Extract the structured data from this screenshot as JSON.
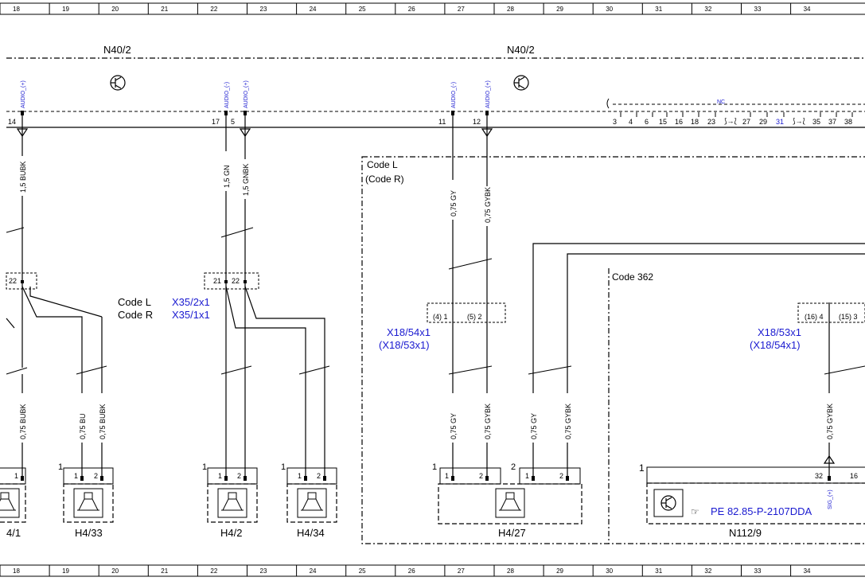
{
  "ruler_top": [
    "18",
    "19",
    "20",
    "21",
    "22",
    "23",
    "24",
    "25",
    "26",
    "27",
    "28",
    "29",
    "30",
    "31",
    "32",
    "33",
    "34"
  ],
  "ruler_bottom": [
    "18",
    "19",
    "20",
    "21",
    "22",
    "23",
    "24",
    "25",
    "26",
    "27",
    "28",
    "29",
    "30",
    "31",
    "32",
    "33",
    "34"
  ],
  "headers": {
    "left_unit": "N40/2",
    "right_unit": "N40/2"
  },
  "audio_pins": [
    {
      "label": "AUDIO_(+)",
      "number": "14"
    },
    {
      "label": "AUDIO_(-)",
      "number": "17"
    },
    {
      "label": "AUDIO_(+)",
      "number": "5"
    },
    {
      "label": "AUDIO_(-)",
      "number": "11"
    },
    {
      "label": "AUDIO_(+)",
      "number": "12"
    }
  ],
  "nc": {
    "label": "NC",
    "pins": [
      "3",
      "4",
      "6",
      "15",
      "16",
      "18",
      "23",
      "27",
      "29",
      "31",
      "35",
      "37",
      "38"
    ]
  },
  "wires_top": [
    "1,5 BUBK",
    "1,5 GN",
    "1,5 GNBK",
    "0,75 GY",
    "0,75 GYBK"
  ],
  "code_box": {
    "line1": "Code L",
    "line2": "(Code R)"
  },
  "code_362": "Code 362",
  "connector_x35": {
    "left_pin": "22",
    "pin_a": "21",
    "pin_b": "22"
  },
  "code_lr": {
    "code_l": "Code L",
    "code_r": "Code R",
    "conn_l": "X35/2x1",
    "conn_r": "X35/1x1"
  },
  "x18_left": {
    "pin1": "(4) 1",
    "pin2": "(5) 2",
    "name": "X18/54x1",
    "alt": "(X18/53x1)"
  },
  "x18_right": {
    "pin1": "(16) 4",
    "pin2": "(15) 3",
    "name": "X18/53x1",
    "alt": "(X18/54x1)"
  },
  "wires_bottom": [
    "0,75 BUBK",
    "0,75 BU",
    "0,75 BUBK",
    "0,75 GY",
    "0,75 GYBK",
    "0,75 GY",
    "0,75 GYBK",
    "0,75 GYBK"
  ],
  "speakers": [
    {
      "name": "4/1"
    },
    {
      "name": "H4/33"
    },
    {
      "name": "H4/2"
    },
    {
      "name": "H4/34"
    },
    {
      "name": "H4/27"
    }
  ],
  "speaker_pins": {
    "p1": "1",
    "p2": "2"
  },
  "n112": {
    "name": "N112/9",
    "ref": "PE 82.85-P-2107DDA",
    "pin": "32",
    "pin2": "16",
    "sig": "SIG_(+)",
    "marker": "1"
  },
  "colors": {
    "line": "#000000",
    "link": "#1a1ad0"
  }
}
